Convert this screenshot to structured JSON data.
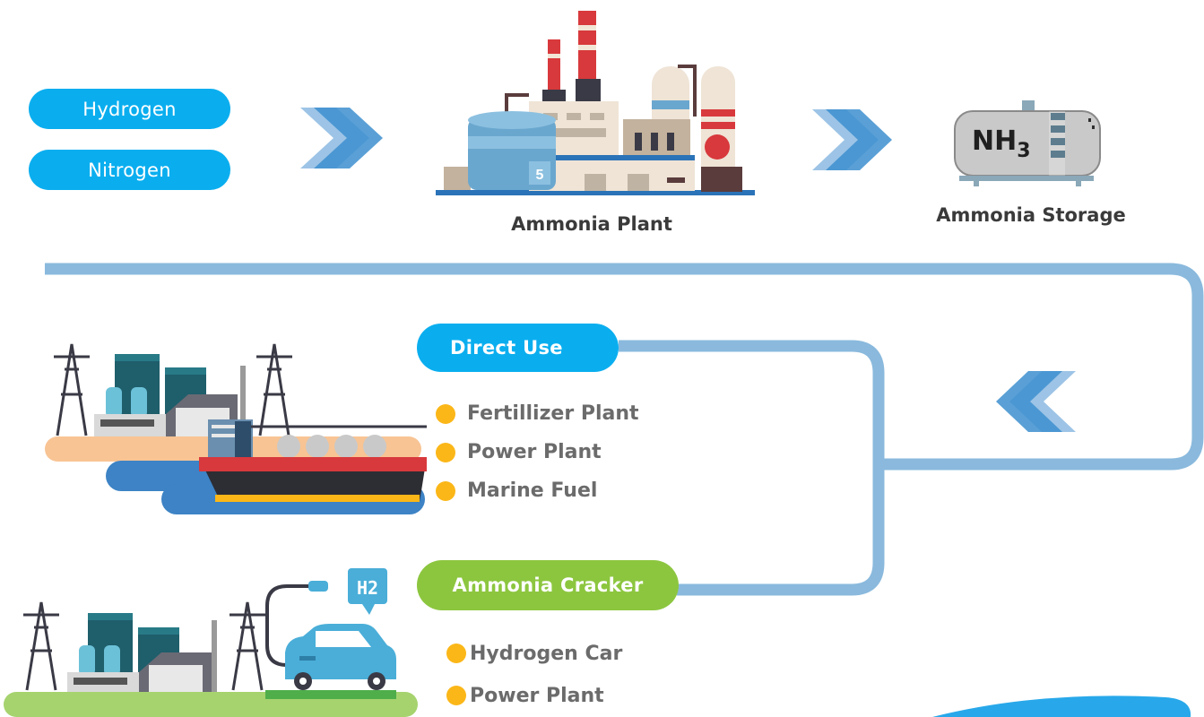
{
  "inputs": [
    "Hydrogen",
    "Nitrogen"
  ],
  "plant_label": "Ammonia Plant",
  "plant_tank_mark": "5",
  "storage_label": "Ammonia Storage",
  "storage_formula": {
    "main": "NH",
    "sub": "3"
  },
  "direct_use": {
    "title": "Direct Use",
    "items": [
      "Fertillizer Plant",
      "Power Plant",
      "Marine Fuel"
    ]
  },
  "cracker": {
    "title": "Ammonia Cracker",
    "items": [
      "Hydrogen Car",
      "Power Plant"
    ]
  },
  "h2_sign": "H2",
  "colors": {
    "pill_blue": "#0aaeef",
    "pill_green": "#8cc63f",
    "pipe": "#8ab9dd",
    "chevron_light": "#9dc4e6",
    "chevron_dark": "#3d8fcf",
    "bullet": "#fbb718"
  }
}
